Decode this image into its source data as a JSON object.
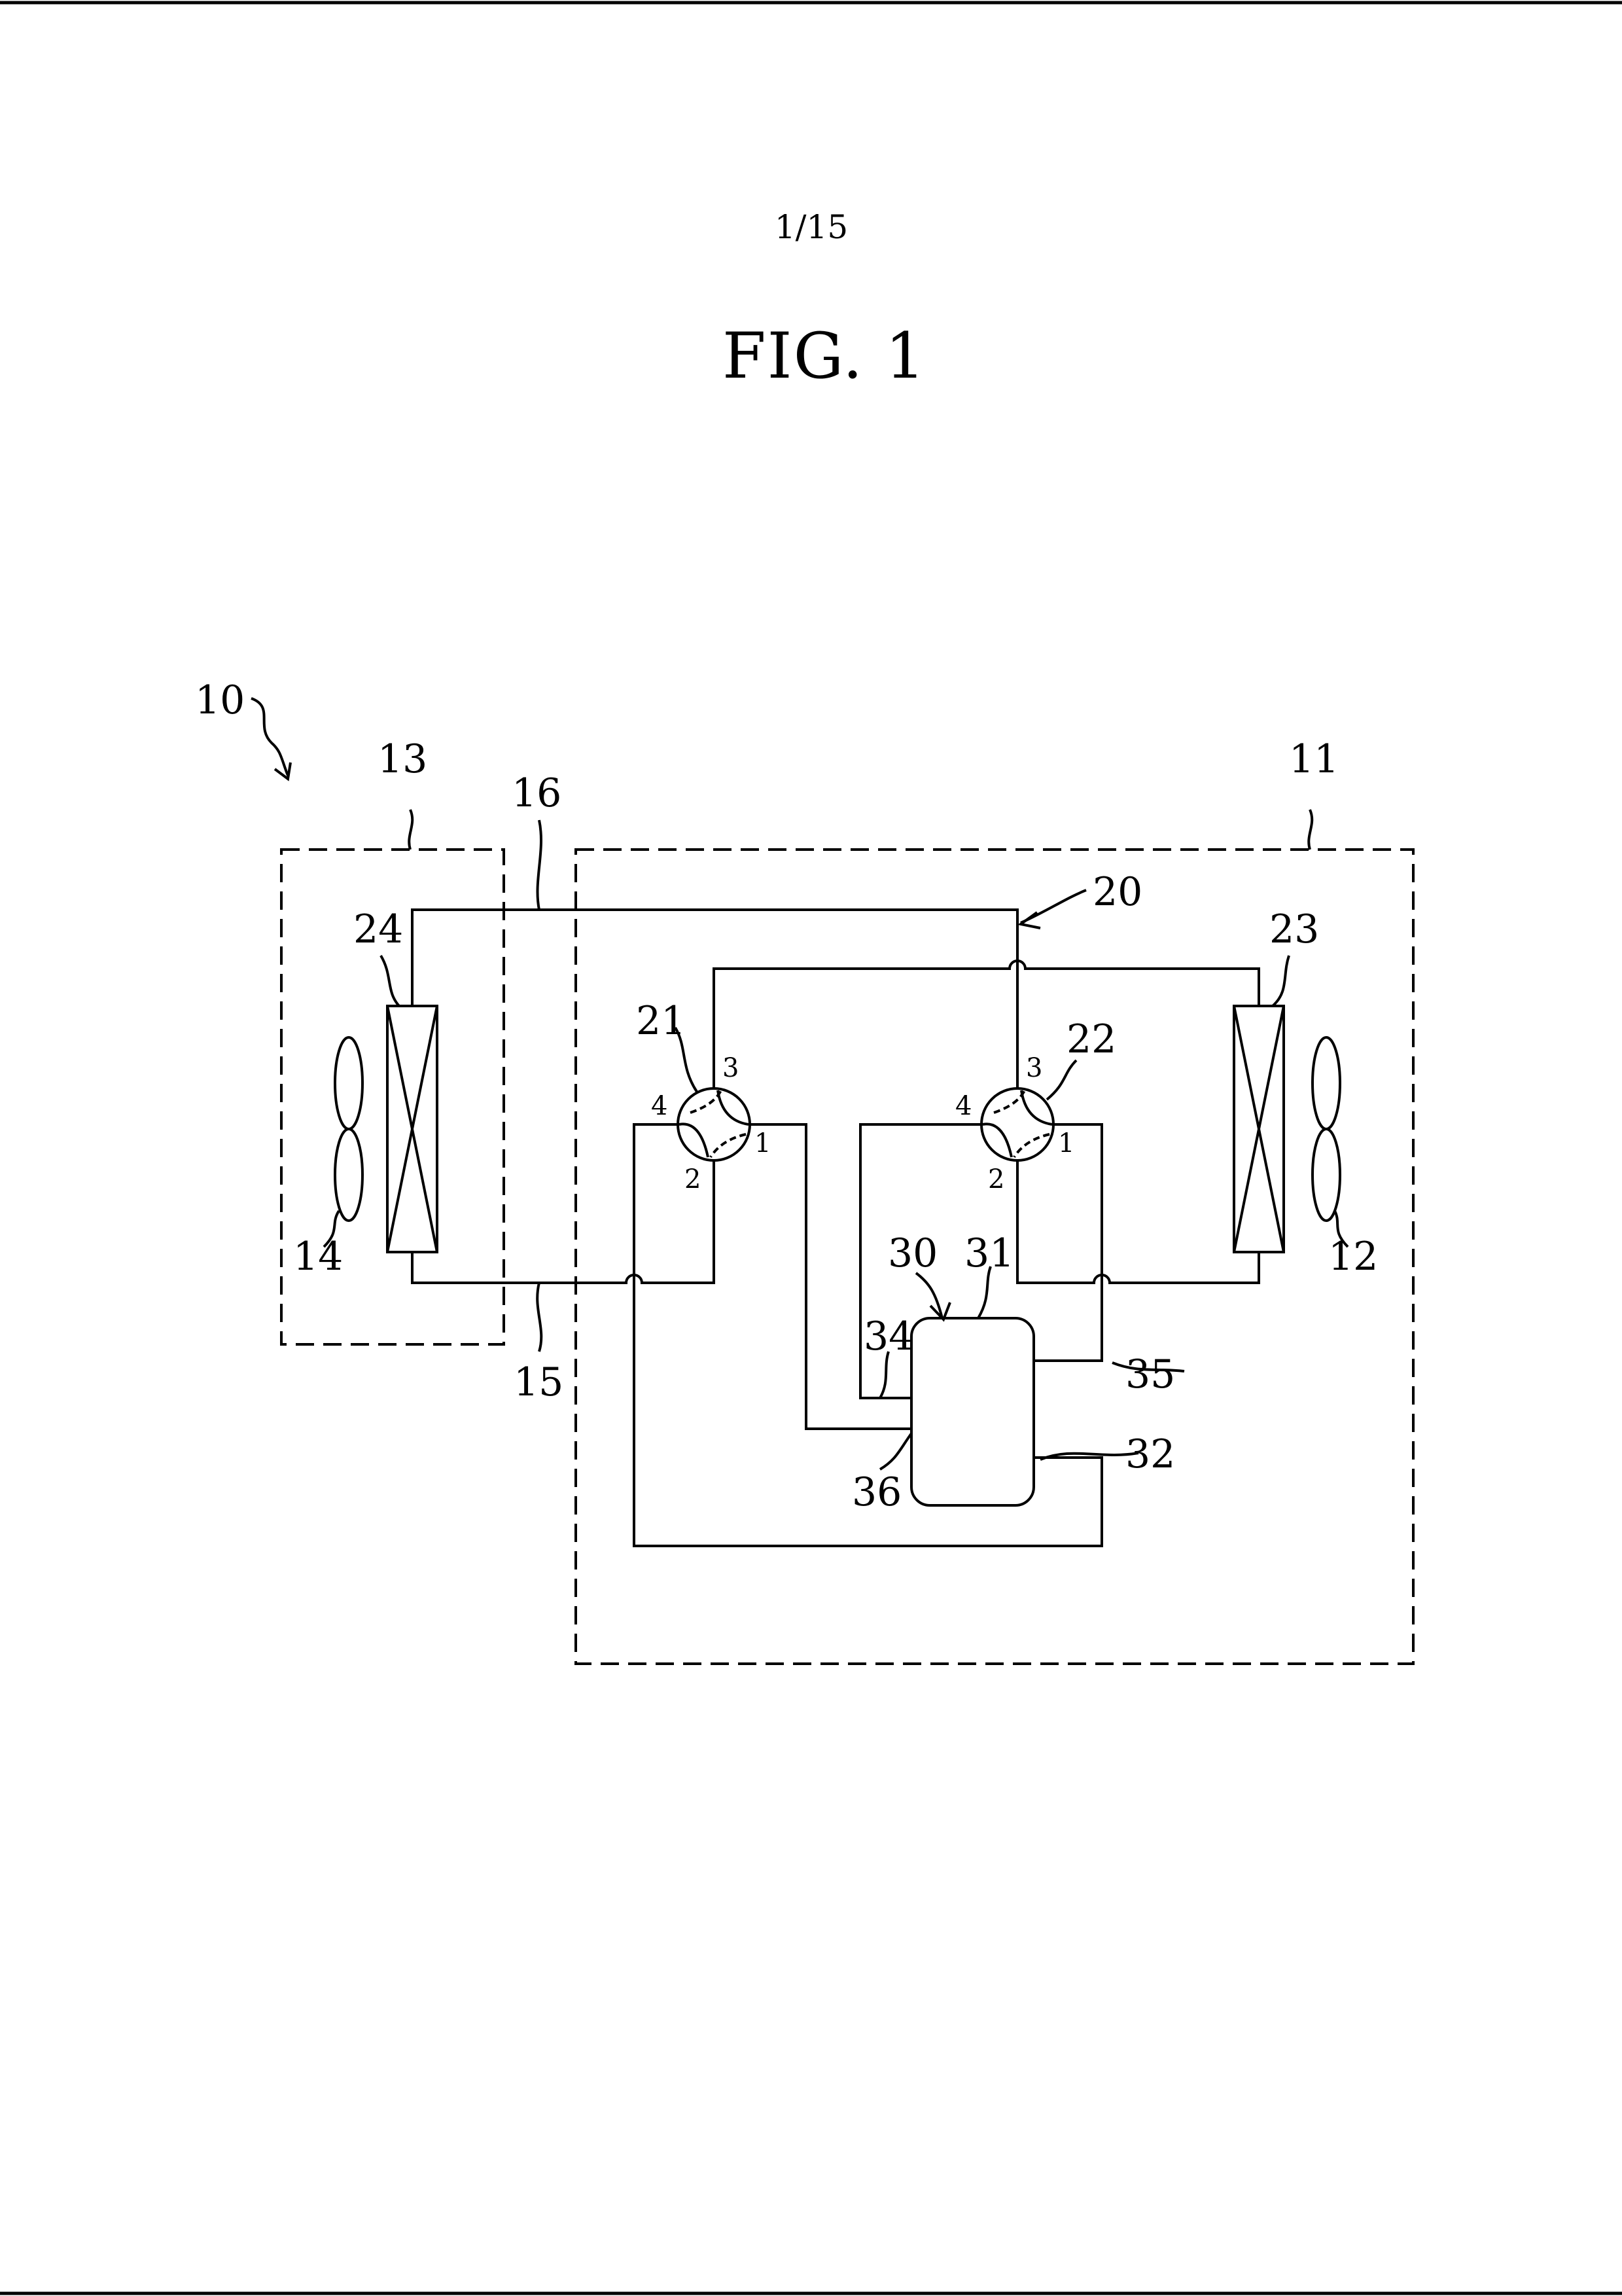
{
  "page_number": "1/15",
  "figure_title": "FIG. 1",
  "labels": {
    "system": "10",
    "outdoor_unit": "11",
    "outdoor_fan": "12",
    "indoor_unit": "13",
    "indoor_fan": "14",
    "pipe_lower": "15",
    "pipe_upper": "16",
    "circuit": "20",
    "valve_left": "21",
    "valve_right": "22",
    "outdoor_heat_exchanger": "23",
    "indoor_heat_exchanger": "24",
    "compressor_assembly": "30",
    "compressor_casing": "31",
    "port_bottom_right": "32",
    "port_left_upper": "34",
    "port_right_upper": "35",
    "port_left_lower": "36"
  },
  "valve_ports": {
    "left": {
      "p1": "1",
      "p2": "2",
      "p3": "3",
      "p4": "4"
    },
    "right": {
      "p1": "1",
      "p2": "2",
      "p3": "3",
      "p4": "4"
    }
  }
}
